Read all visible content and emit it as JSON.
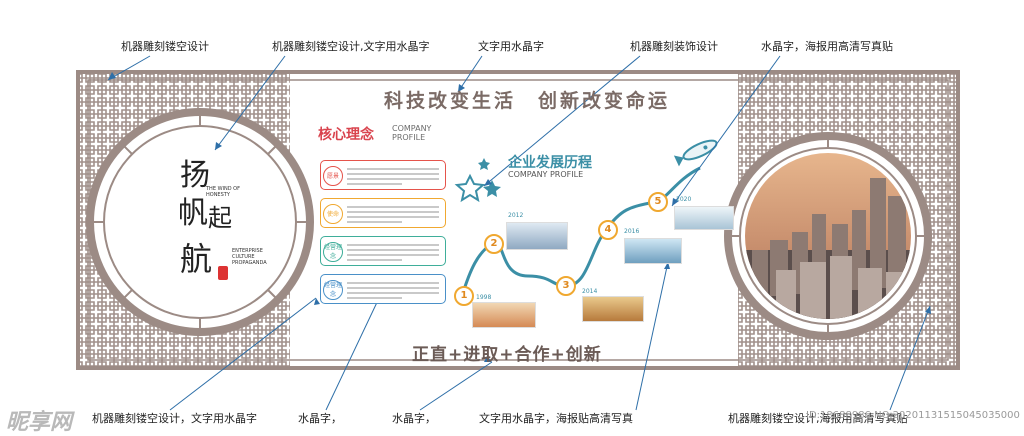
{
  "annotations": {
    "top": [
      "机器雕刻镂空设计",
      "机器雕刻镂空设计,文字用水晶字",
      "文字用水晶字",
      "机器雕刻装饰设计",
      "水晶字，海报用高清写真贴"
    ],
    "bottom": [
      "机器雕刻镂空设计，文字用水晶字",
      "水晶字，",
      "水晶字，",
      "文字用水晶字，海报贴高清写真",
      "机器雕刻镂空设计,海报用高清写真贴"
    ]
  },
  "board": {
    "slogan": "科技改变生活　创新改变命运",
    "values": "正直+进取+合作+创新",
    "calligraphy": {
      "chars": [
        "扬",
        "帆",
        "起",
        "航"
      ],
      "english_1": "THE WIND OF HONESTY",
      "english_2": "ENTERPRISE CULTURE PROPAGANDA"
    },
    "core": {
      "title": "核心理念",
      "en_1": "COMPANY",
      "en_2": "PROFILE",
      "items": [
        {
          "badge": "愿景",
          "color": "#e5534b"
        },
        {
          "badge": "使命",
          "color": "#f0a830"
        },
        {
          "badge": "经营理念",
          "color": "#3fae9a"
        },
        {
          "badge": "经营理念",
          "color": "#4a90c8"
        }
      ]
    },
    "development": {
      "title": "企业发展历程",
      "en": "COMPANY PROFILE",
      "milestones": [
        "1",
        "2",
        "3",
        "4",
        "5"
      ],
      "years": [
        "1998",
        "2012",
        "2014",
        "2016",
        "2020"
      ]
    }
  },
  "watermark": {
    "logo": "昵享网",
    "id_text": "ID:18688986 NO:20201131515045035000"
  },
  "colors": {
    "frame": "#9c8b85",
    "line": "#2e6fa8",
    "accent_teal": "#3b8fa6",
    "slogan": "#7b6b66"
  }
}
